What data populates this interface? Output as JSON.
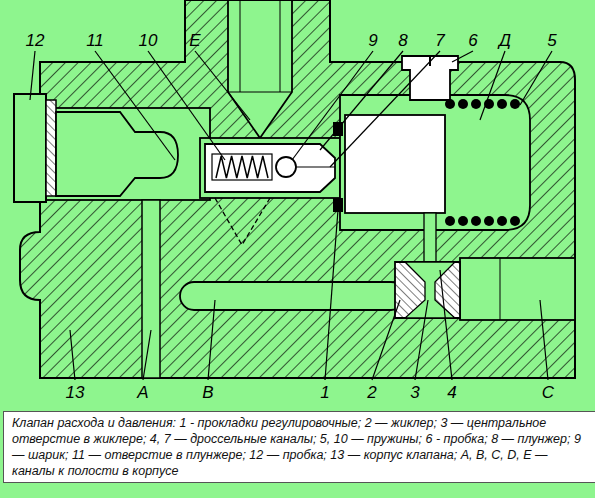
{
  "diagram": {
    "caption": "Клапан расхода и давления: 1 - прокладки регулировочные; 2 — жиклер; 3 — центральное отверстие в жиклере; 4, 7 — дроссельные каналы; 5, 10 — пружины; 6 - пробка; 8 — плунжер; 9 — шарик; 11 — отверстие в плунжере; 12 — пробка; 13 — корпус клапана; А, В, С, D, Е — каналы к полости в корпусе",
    "labels": [
      "12",
      "11",
      "10",
      "Е",
      "9",
      "8",
      "7",
      "6",
      "Д",
      "5",
      "13",
      "А",
      "В",
      "1",
      "2",
      "3",
      "4",
      "С"
    ]
  }
}
